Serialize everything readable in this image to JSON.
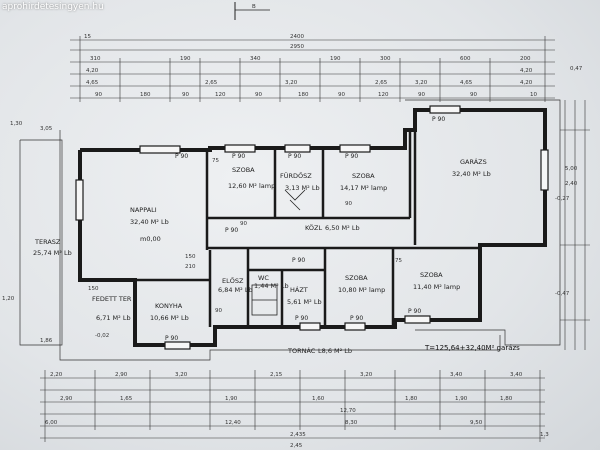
{
  "watermark": "aprohirdetesingyen.hu",
  "section_marker": "B",
  "rooms": [
    {
      "name": "NAPPALI",
      "area": "32,40 M² Lb",
      "extra": "m0,00"
    },
    {
      "name": "SZOBA",
      "area": "12,60 M² lamp"
    },
    {
      "name": "FÜRDŐSZ",
      "area": "3,13 M² Lb"
    },
    {
      "name": "SZOBA",
      "area": "14,17 M² lamp"
    },
    {
      "name": "GARÁZS",
      "area": "32,40 M² Lb"
    },
    {
      "name": "TERASZ",
      "area": "25,74 M² Lb"
    },
    {
      "name": "KÖZL",
      "area": "6,50 M² Lb"
    },
    {
      "name": "ELŐSZ",
      "area": "6,84 M² Lb"
    },
    {
      "name": "WC",
      "area": "1,44 M² Lb"
    },
    {
      "name": "HÁZT",
      "area": "5,61 M² Lb"
    },
    {
      "name": "SZOBA",
      "area": "10,80 M² lamp"
    },
    {
      "name": "SZOBA",
      "area": "11,40 M² lamp"
    },
    {
      "name": "FEDETT TER",
      "area": "6,71 M² Lb"
    },
    {
      "name": "KONYHA",
      "area": "10,66 M² Lb"
    },
    {
      "name": "TORNÁC",
      "area": "L8,6 M² Lb"
    }
  ],
  "formula": "T=125,64+32,40M² garázs",
  "top_dims": {
    "row1": [
      "15",
      "2400"
    ],
    "row2": [
      "2950"
    ],
    "row3": [
      "310",
      "190",
      "340",
      "190",
      "300",
      "600",
      "200"
    ],
    "row4": [
      "4,20",
      "4,65",
      "2,65",
      "3,20",
      "2,65",
      "3,20",
      "4,65",
      "4,20",
      "4,20"
    ],
    "row5": [
      "90",
      "180",
      "90",
      "120",
      "90",
      "180",
      "90",
      "120",
      "90",
      "90",
      "10"
    ]
  },
  "bottom_dims": {
    "row1": [
      "2,20",
      "2,90",
      "3,20",
      "2,15",
      "3,20",
      "3,40",
      "3,40"
    ],
    "row2": [
      "2,90",
      "1,65",
      "1,90",
      "1,60",
      "1,80",
      "1,90",
      "1,80"
    ],
    "row3": [
      "6,00",
      "12,70",
      "8,30",
      "12,40",
      "9,50"
    ],
    "row4": [
      "2,435",
      "2,45",
      "1,3"
    ]
  },
  "side_labels": {
    "left": [
      "1,30",
      "1,20",
      "1,86",
      "3,05",
      "-0,02"
    ],
    "right": [
      "5,00",
      "2,40",
      "-0,47",
      "-0,27",
      "0,47"
    ],
    "window_labels": [
      "P 90",
      "P 90",
      "P 90",
      "P 90",
      "P 90",
      "P 90",
      "P 90",
      "P 90",
      "P 90",
      "P 90",
      "P 90"
    ]
  },
  "misc_labels": [
    "75",
    "90",
    "90",
    "150",
    "210",
    "90",
    "75",
    "150"
  ]
}
